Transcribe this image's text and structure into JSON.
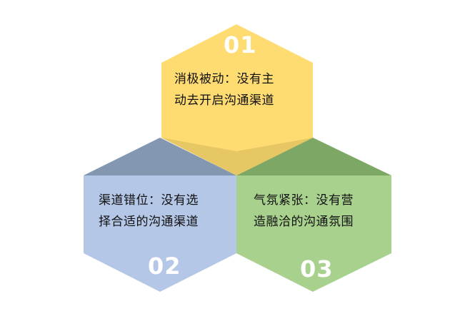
{
  "colors": {
    "top": "#FFD966",
    "top_shadow": "#F6C445",
    "left": "#B4C7E7",
    "left_shadow": "#8497B0",
    "right": "#A9D18E",
    "right_shadow": "#7DA765",
    "overlap": "#D2B65A",
    "number": "#FFFFFF",
    "text": "#111111"
  },
  "hexagons": [
    {
      "id": "top",
      "number": "01",
      "lines": [
        "消极被动：没有主",
        "动去开启沟通渠道"
      ]
    },
    {
      "id": "left",
      "number": "02",
      "lines": [
        "渠道错位：没有选",
        "择合适的沟通渠道"
      ]
    },
    {
      "id": "right",
      "number": "03",
      "lines": [
        "气氛紧张：没有营",
        "造融洽的沟通氛围"
      ]
    }
  ]
}
